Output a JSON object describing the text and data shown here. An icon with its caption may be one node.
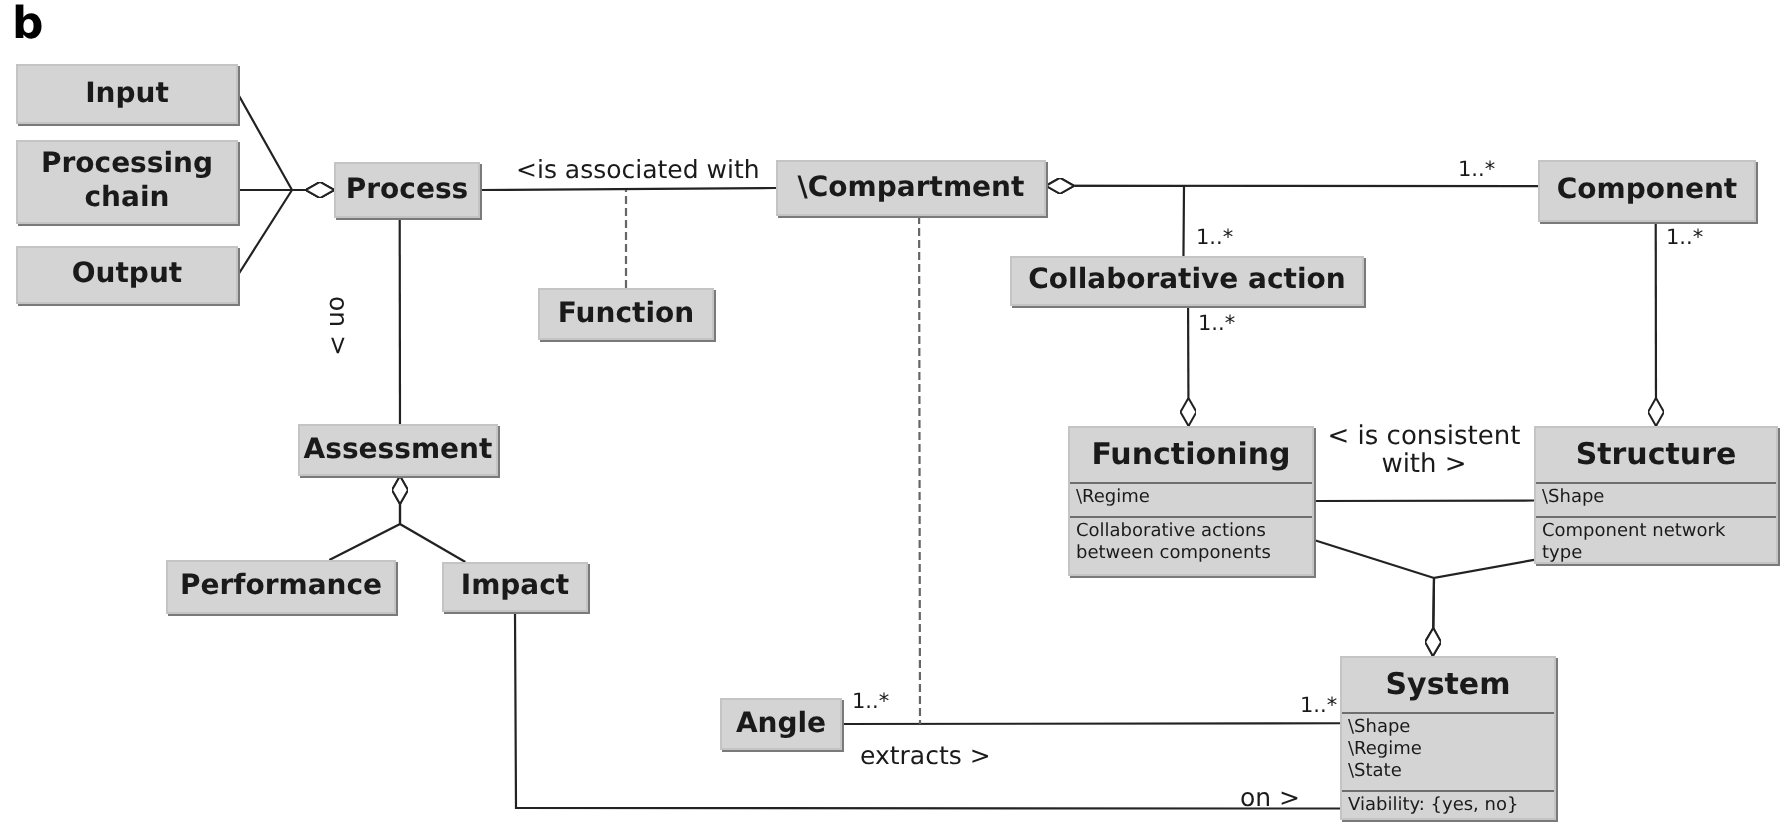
{
  "diagram": {
    "nodes": [
      {
        "text": [
          "Input"
        ]
      },
      {
        "text": [
          "Processing chain"
        ]
      },
      {
        "text": [
          "Output"
        ]
      },
      {
        "text": [
          "Process"
        ]
      },
      {
        "text": [
          "\\Compartment"
        ]
      },
      {
        "text": [
          "Function"
        ]
      },
      {
        "text": [
          "Component"
        ]
      },
      {
        "text": [
          "Collaborative action"
        ]
      },
      {
        "text": [
          "Assessment"
        ]
      },
      {
        "text": [
          "Performance"
        ]
      },
      {
        "text": [
          "Impact"
        ]
      },
      {
        "text": [
          "Functioning",
          "\\Regime",
          "Collaborative actions between components"
        ]
      },
      {
        "text": [
          "Structure",
          "\\Shape",
          "Component network type"
        ]
      },
      {
        "text": [
          "Angle"
        ]
      },
      {
        "text": [
          "System",
          "\\Shape",
          "\\Regime",
          "\\State",
          "Viability: {yes, no}"
        ]
      }
    ],
    "edges": [
      {
        "from": 0,
        "to": 3,
        "arrow": "other"
      },
      {
        "from": 1,
        "to": 3,
        "arrow": "other"
      },
      {
        "from": 2,
        "to": 3,
        "arrow": "other"
      },
      {
        "from": 3,
        "to": 4,
        "arrow": "none",
        "label": "<is associated with"
      },
      {
        "from": 5,
        "to": null,
        "arrow": "none",
        "style": "dashed"
      },
      {
        "from": 3,
        "to": 8,
        "arrow": "none",
        "label": "on >"
      },
      {
        "from": 9,
        "to": 8,
        "arrow": "other"
      },
      {
        "from": 10,
        "to": 8,
        "arrow": "other"
      },
      {
        "from": 7,
        "to": 4,
        "arrow": "other"
      },
      {
        "from": 6,
        "to": 4,
        "arrow": "other"
      },
      {
        "from": 7,
        "to": 11,
        "arrow": "other"
      },
      {
        "from": 6,
        "to": 12,
        "arrow": "other"
      },
      {
        "from": 11,
        "to": 12,
        "arrow": "none",
        "label": "< is consistent with >"
      },
      {
        "from": 11,
        "to": 14,
        "arrow": "other"
      },
      {
        "from": 12,
        "to": 14,
        "arrow": "other"
      },
      {
        "from": 13,
        "to": 14,
        "arrow": "none",
        "label": "extracts >"
      },
      {
        "from": 4,
        "to": null,
        "arrow": "none",
        "style": "dashed"
      },
      {
        "from": 10,
        "to": 14,
        "arrow": "none",
        "label": "on >"
      }
    ],
    "labels": [
      "b",
      "1..*",
      "1..*",
      "1..*",
      "1..*",
      "1..*",
      "1..*"
    ]
  }
}
